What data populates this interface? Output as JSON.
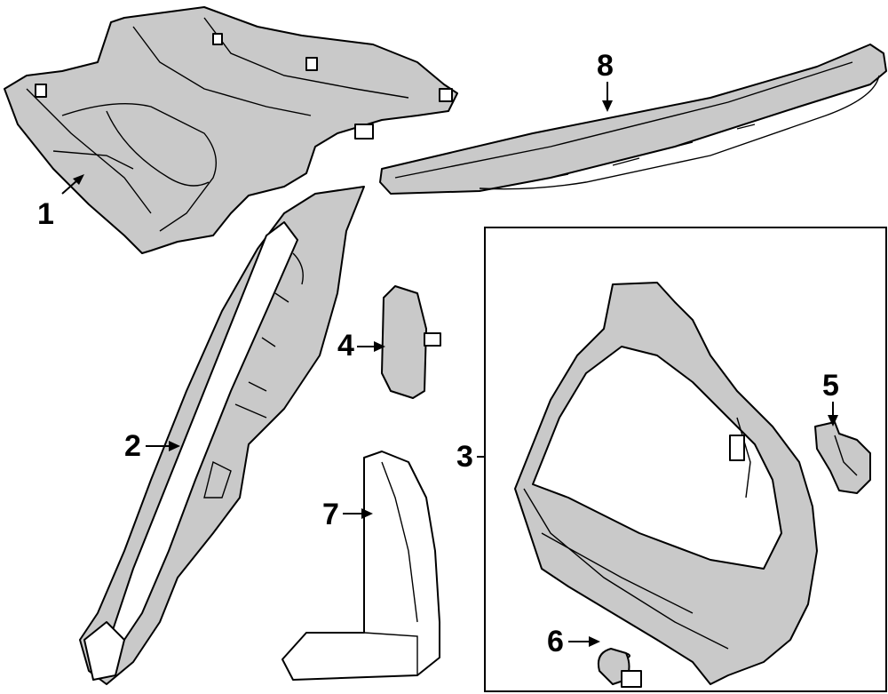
{
  "callouts": {
    "c1": "1",
    "c2": "2",
    "c3": "3",
    "c4": "4",
    "c5": "5",
    "c6": "6",
    "c7": "7",
    "c8": "8"
  },
  "colors": {
    "part_fill": "#c9c9c9",
    "line": "#000000",
    "background": "#ffffff"
  }
}
